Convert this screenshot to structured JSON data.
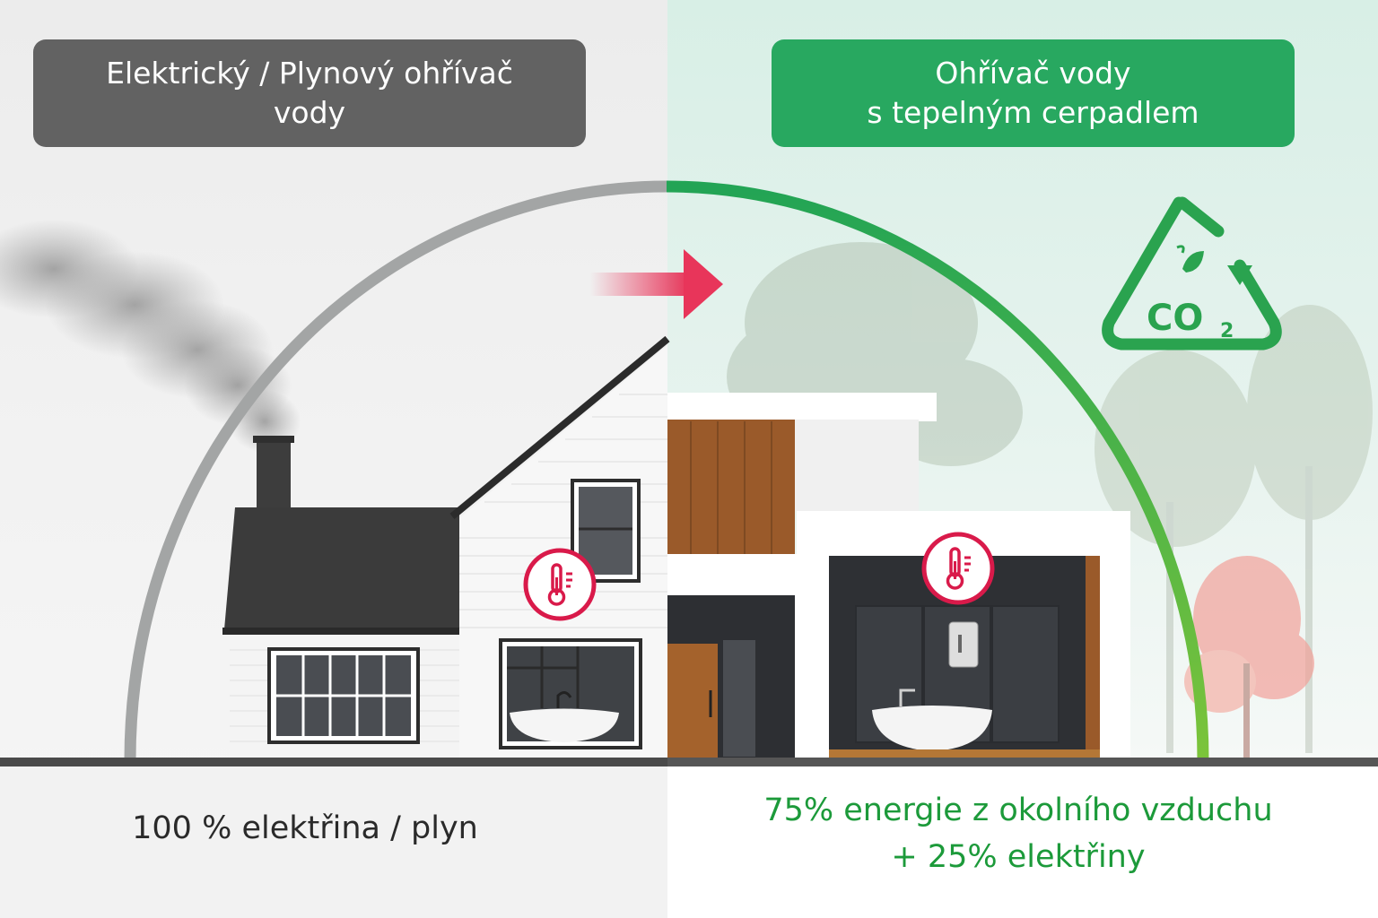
{
  "left_panel": {
    "title_line1": "Elektrický / Plynový ohřívač",
    "title_line2": "vody",
    "caption": "100 % elektřina  / plyn",
    "accent_color": "#626262"
  },
  "right_panel": {
    "title_line1": "Ohřívač vody",
    "title_line2": "s tepelným cerpadlem",
    "caption_line1": "75% energie z okolního vzduchu",
    "caption_line2": "+ 25% elektřiny",
    "accent_color": "#28a860",
    "co2_label": "CO",
    "co2_subscript": "2"
  },
  "icons": [
    "thermometer-icon",
    "co2-recycle-icon",
    "right-arrow-icon",
    "leaf-icon"
  ]
}
